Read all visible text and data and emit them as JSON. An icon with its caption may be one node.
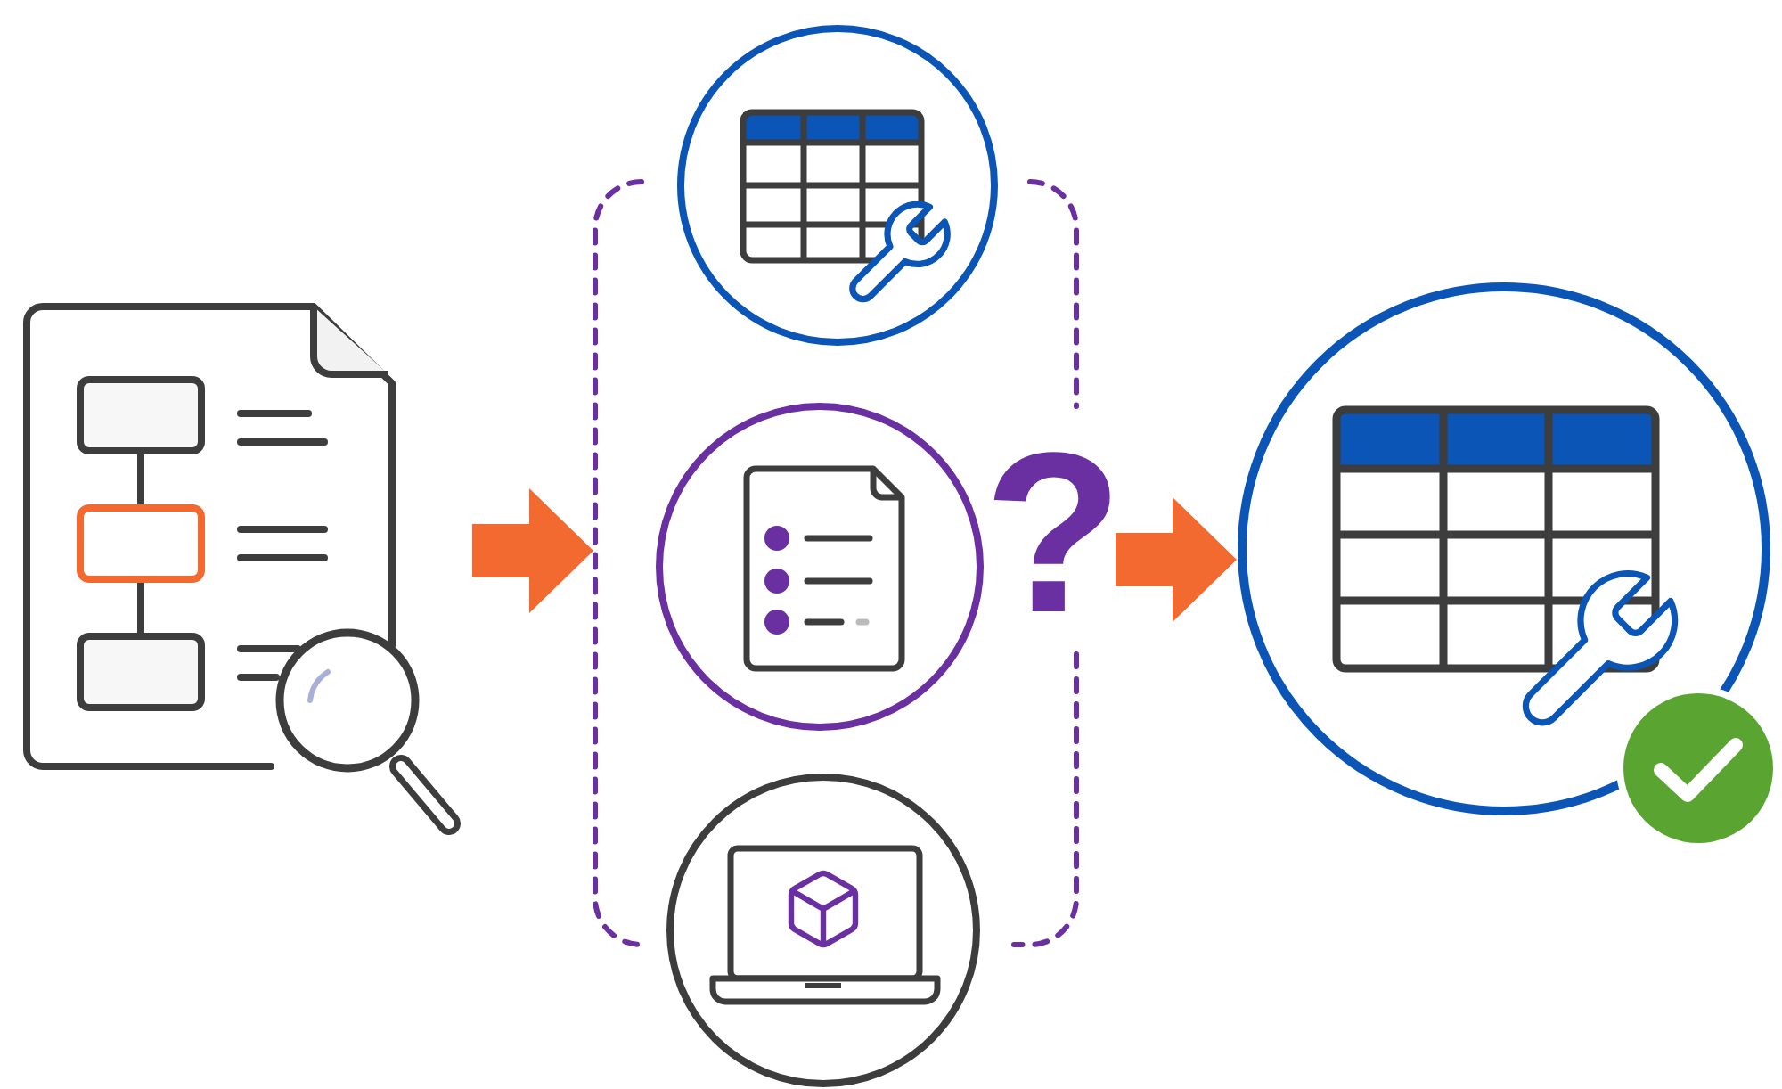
{
  "diagram": {
    "nodes": [
      {
        "text": [],
        "shape": "picture"
      },
      {
        "text": [],
        "shape": "bracket"
      },
      {
        "text": [],
        "shape": "circle",
        "in": 1
      },
      {
        "text": [],
        "shape": "circle",
        "in": 1
      },
      {
        "text": [],
        "shape": "circle",
        "in": 1
      },
      {
        "text": [],
        "shape": "circle"
      }
    ],
    "edges": [
      {
        "from": 0,
        "to": 1,
        "arrow": "to"
      },
      {
        "from": 1,
        "to": 5,
        "arrow": "to"
      }
    ],
    "labels": [
      "?"
    ]
  }
}
